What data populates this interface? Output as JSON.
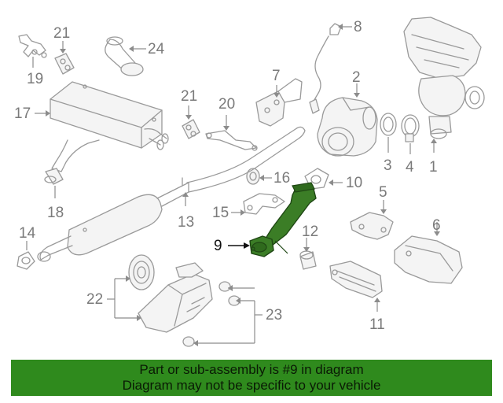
{
  "callouts": {
    "c1": "1",
    "c2": "2",
    "c3": "3",
    "c4": "4",
    "c5": "5",
    "c6": "6",
    "c7": "7",
    "c8": "8",
    "c9": "9",
    "c10": "10",
    "c11": "11",
    "c12": "12",
    "c13": "13",
    "c14": "14",
    "c15": "15",
    "c16": "16",
    "c17": "17",
    "c18": "18",
    "c19": "19",
    "c20": "20",
    "c21a": "21",
    "c21b": "21",
    "c22": "22",
    "c23": "23",
    "c24": "24"
  },
  "highlighted_part": "9",
  "highlight_color": "#3b7d26",
  "banner": {
    "line1": "Part or sub-assembly is #9 in diagram",
    "line2": "Diagram may not be specific to your vehicle",
    "background": "#2f8a1d"
  }
}
